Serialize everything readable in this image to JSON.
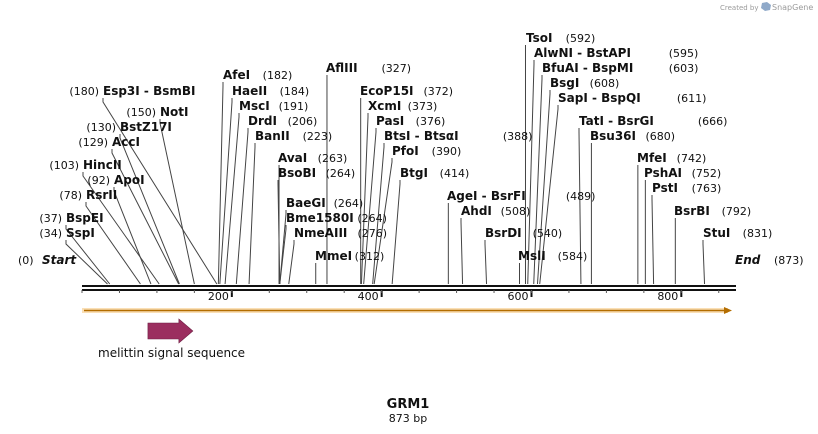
{
  "branding": {
    "created_by": "Created by",
    "product": "SnapGene"
  },
  "sequence": {
    "name": "GRM1",
    "length_label": "873 bp",
    "length": 873
  },
  "ends": {
    "start": {
      "label": "Start",
      "pos_label": "(0)"
    },
    "end": {
      "label": "End",
      "pos_label": "(873)"
    }
  },
  "ticks": [
    {
      "value": 200,
      "label": "200"
    },
    {
      "value": 400,
      "label": "400"
    },
    {
      "value": 600,
      "label": "600"
    },
    {
      "value": 800,
      "label": "800"
    }
  ],
  "sites": [
    {
      "name": "SspI",
      "pos": 34,
      "pos_label": "(34)",
      "side": "left"
    },
    {
      "name": "BspEI",
      "pos": 37,
      "pos_label": "(37)",
      "side": "left"
    },
    {
      "name": "RsrII",
      "pos": 78,
      "pos_label": "(78)",
      "side": "left"
    },
    {
      "name": "ApoI",
      "pos": 92,
      "pos_label": "(92)",
      "side": "left"
    },
    {
      "name": "HincII",
      "pos": 103,
      "pos_label": "(103)",
      "side": "left"
    },
    {
      "name": "AccI",
      "pos": 129,
      "pos_label": "(129)",
      "side": "left"
    },
    {
      "name": "BstZ17I",
      "pos": 130,
      "pos_label": "(130)",
      "side": "left"
    },
    {
      "name": "NotI",
      "pos": 150,
      "pos_label": "(150)",
      "side": "left"
    },
    {
      "name": "Esp3I  -  BsmBI",
      "pos": 180,
      "pos_label": "(180)",
      "side": "left"
    },
    {
      "name": "AfeI",
      "pos": 182,
      "pos_label": "(182)",
      "side": "right"
    },
    {
      "name": "HaeII",
      "pos": 184,
      "pos_label": "(184)",
      "side": "right"
    },
    {
      "name": "MscI",
      "pos": 191,
      "pos_label": "(191)",
      "side": "right"
    },
    {
      "name": "DrdI",
      "pos": 206,
      "pos_label": "(206)",
      "side": "right"
    },
    {
      "name": "BanII",
      "pos": 223,
      "pos_label": "(223)",
      "side": "right"
    },
    {
      "name": "AvaI",
      "pos": 263,
      "pos_label": "(263)",
      "side": "right"
    },
    {
      "name": "BsoBI",
      "pos": 264,
      "pos_label": "(264)",
      "side": "right"
    },
    {
      "name": "BaeGI",
      "pos": 264,
      "pos_label": "(264)",
      "side": "right"
    },
    {
      "name": "Bme1580I",
      "pos": 264,
      "pos_label": "(264)",
      "side": "right"
    },
    {
      "name": "NmeAIII",
      "pos": 276,
      "pos_label": "(276)",
      "side": "right"
    },
    {
      "name": "MmeI",
      "pos": 312,
      "pos_label": "(312)",
      "side": "right"
    },
    {
      "name": "AflIII",
      "pos": 327,
      "pos_label": "(327)",
      "side": "right"
    },
    {
      "name": "EcoP15I",
      "pos": 372,
      "pos_label": "(372)",
      "side": "right"
    },
    {
      "name": "XcmI",
      "pos": 373,
      "pos_label": "(373)",
      "side": "right"
    },
    {
      "name": "PasI",
      "pos": 376,
      "pos_label": "(376)",
      "side": "right"
    },
    {
      "name": "BtsI  -  BtsαI",
      "pos": 388,
      "pos_label": "(388)",
      "side": "right"
    },
    {
      "name": "PfoI",
      "pos": 390,
      "pos_label": "(390)",
      "side": "right"
    },
    {
      "name": "BtgI",
      "pos": 414,
      "pos_label": "(414)",
      "side": "right"
    },
    {
      "name": "AgeI  -  BsrFI",
      "pos": 489,
      "pos_label": "(489)",
      "side": "right"
    },
    {
      "name": "AhdI",
      "pos": 508,
      "pos_label": "(508)",
      "side": "right"
    },
    {
      "name": "BsrDI",
      "pos": 540,
      "pos_label": "(540)",
      "side": "right"
    },
    {
      "name": "MslI",
      "pos": 584,
      "pos_label": "(584)",
      "side": "right"
    },
    {
      "name": "TsoI",
      "pos": 592,
      "pos_label": "(592)",
      "side": "right"
    },
    {
      "name": "AlwNI  -  BstAPI",
      "pos": 595,
      "pos_label": "(595)",
      "side": "right"
    },
    {
      "name": "BfuAI  -  BspMI",
      "pos": 603,
      "pos_label": "(603)",
      "side": "right"
    },
    {
      "name": "BsgI",
      "pos": 608,
      "pos_label": "(608)",
      "side": "right"
    },
    {
      "name": "SapI  -  BspQI",
      "pos": 611,
      "pos_label": "(611)",
      "side": "right"
    },
    {
      "name": "TatI  -  BsrGI",
      "pos": 666,
      "pos_label": "(666)",
      "side": "right"
    },
    {
      "name": "Bsu36I",
      "pos": 680,
      "pos_label": "(680)",
      "side": "right"
    },
    {
      "name": "MfeI",
      "pos": 742,
      "pos_label": "(742)",
      "side": "right"
    },
    {
      "name": "PshAI",
      "pos": 752,
      "pos_label": "(752)",
      "side": "right"
    },
    {
      "name": "PstI",
      "pos": 763,
      "pos_label": "(763)",
      "side": "right"
    },
    {
      "name": "BsrBI",
      "pos": 792,
      "pos_label": "(792)",
      "side": "right"
    },
    {
      "name": "StuI",
      "pos": 831,
      "pos_label": "(831)",
      "side": "right"
    }
  ],
  "features": [
    {
      "name": "melittin signal sequence",
      "start": 88,
      "end": 148,
      "color": "#9b2e5f"
    }
  ],
  "orf_color": "#f2a42c"
}
